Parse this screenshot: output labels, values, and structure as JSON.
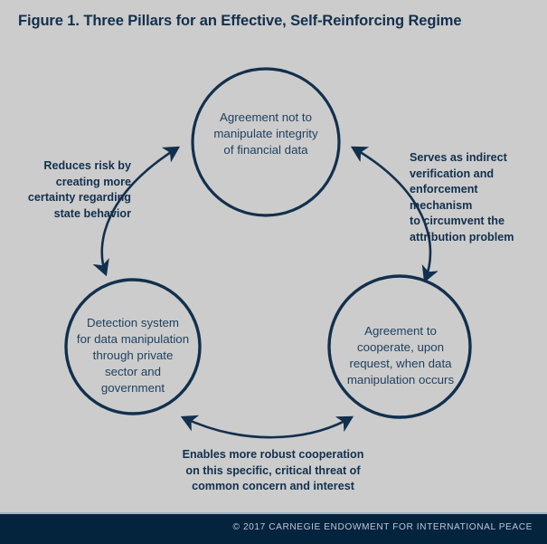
{
  "figure": {
    "title": "Figure 1. Three Pillars for an Effective, Self-Reinforcing Regime",
    "background_color": "#cccccc",
    "ink_color": "#12304d",
    "circle_text_color": "#1d3f5e"
  },
  "nodes": [
    {
      "id": "top",
      "name": "agreement-integrity",
      "text": "Agreement not to\nmanipulate integrity\nof financial data"
    },
    {
      "id": "left",
      "name": "detection-system",
      "text": "Detection system\nfor data manipulation\nthrough private\nsector and\ngovernment"
    },
    {
      "id": "right",
      "name": "agreement-cooperate",
      "text": "Agreement to\ncooperate, upon\nrequest, when data\nmanipulation occurs"
    }
  ],
  "connections": [
    {
      "id": "left-edge",
      "name": "left-connector-label",
      "text": "Reduces risk by\ncreating more\ncertainty regarding\nstate behavior"
    },
    {
      "id": "right-edge",
      "name": "right-connector-label",
      "text": "Serves as indirect\nverification and\nenforcement mechanism\nto circumvent the\nattribution problem"
    },
    {
      "id": "bottom-edge",
      "name": "bottom-connector-label",
      "text": "Enables more robust cooperation\non this specific, critical threat of\ncommon concern and interest"
    }
  ],
  "footer": {
    "copyright": "© 2017 CARNEGIE ENDOWMENT FOR INTERNATIONAL PEACE",
    "band_color": "#04233d",
    "text_color": "#b9c6d2"
  }
}
